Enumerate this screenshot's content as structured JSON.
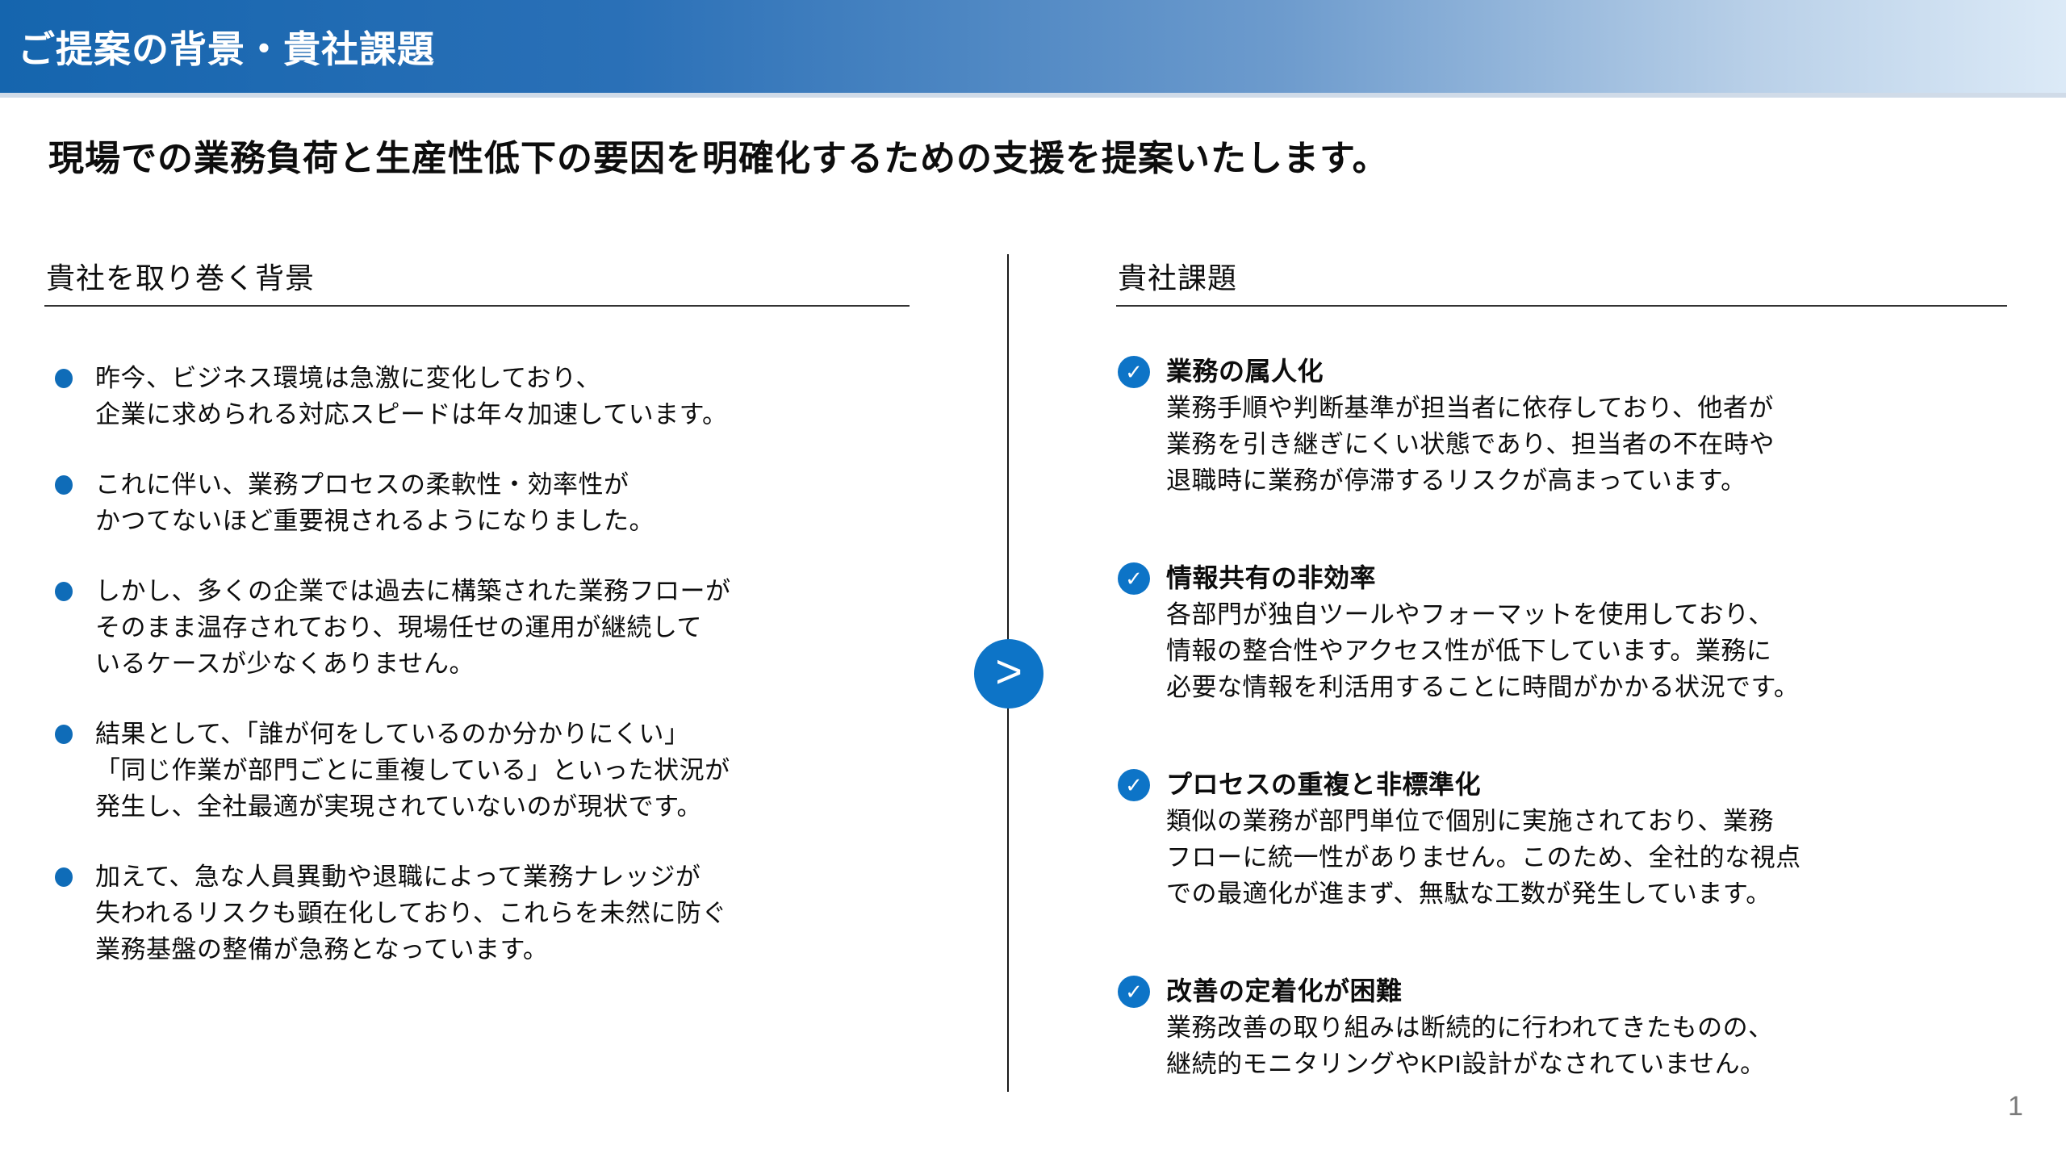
{
  "header": {
    "title": "ご提案の背景・貴社課題"
  },
  "main_title": "現場での業務負荷と生産性低下の要因を明確化するための支援を提案いたします。",
  "left_panel": {
    "heading": "貴社を取り巻く背景",
    "bullets": [
      {
        "text": "昨今、ビジネス環境は急激に変化しており、\n企業に求められる対応スピードは年々加速しています。"
      },
      {
        "text": "これに伴い、業務プロセスの柔軟性・効率性が\nかつてないほど重要視されるようになりました。"
      },
      {
        "text": "しかし、多くの企業では過去に構築された業務フローが\nそのまま温存されており、現場任せの運用が継続して\nいるケースが少なくありません。"
      },
      {
        "text": "結果として、「誰が何をしているのか分かりにくい」\n「同じ作業が部門ごとに重複している」といった状況が\n発生し、全社最適が実現されていないのが現状です。"
      },
      {
        "text": "加えて、急な人員異動や退職によって業務ナレッジが\n失われるリスクも顕在化しており、これらを未然に防ぐ\n業務基盤の整備が急務となっています。"
      }
    ]
  },
  "arrow": {
    "glyph": ">"
  },
  "right_panel": {
    "heading": "貴社課題",
    "check_glyph": "✓",
    "items": [
      {
        "title": "業務の属人化",
        "body": "業務手順や判断基準が担当者に依存しており、他者が\n業務を引き継ぎにくい状態であり、担当者の不在時や\n退職時に業務が停滞するリスクが高まっています。"
      },
      {
        "title": "情報共有の非効率",
        "body": "各部門が独自ツールやフォーマットを使用しており、\n情報の整合性やアクセス性が低下しています。業務に\n必要な情報を利活用することに時間がかかる状況です。"
      },
      {
        "title": "プロセスの重複と非標準化",
        "body": "類似の業務が部門単位で個別に実施されており、業務\nフローに統一性がありません。このため、全社的な視点\nでの最適化が進まず、無駄な工数が発生しています。"
      },
      {
        "title": "改善の定着化が困難",
        "body": "業務改善の取り組みは断続的に行われてきたものの、\n継続的モニタリングやKPI設計がなされていません。"
      }
    ]
  },
  "footer": {
    "page_number": "1"
  },
  "colors": {
    "header_gradient_start": "#1565ae",
    "header_gradient_end": "#dceaf7",
    "bullet_blue": "#0f6cb8",
    "accent_blue": "#0d74c7",
    "text": "#0d0d0d",
    "page_number_gray": "#7a7a7a"
  }
}
